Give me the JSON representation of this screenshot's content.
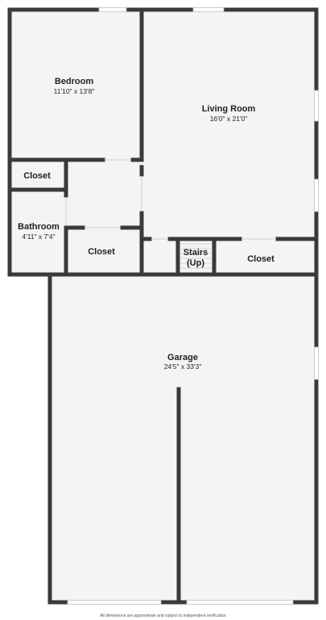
{
  "colors": {
    "wall": "#3a3a3a",
    "floor": "#f4f4f4",
    "background": "#ffffff",
    "window": "#bfbfbf",
    "text": "#222222"
  },
  "rooms": {
    "bedroom": {
      "name": "Bedroom",
      "dims": "11'10\" x 13'8\""
    },
    "living_room": {
      "name": "Living Room",
      "dims": "16'0\" x 21'0\""
    },
    "bedroom_closet": {
      "name": "Closet"
    },
    "bathroom": {
      "name": "Bathroom",
      "dims": "4'11\" x 7'4\""
    },
    "hall_closet": {
      "name": "Closet"
    },
    "stairs": {
      "line1": "Stairs",
      "line2": "(Up)"
    },
    "living_closet": {
      "name": "Closet"
    },
    "garage": {
      "name": "Garage",
      "dims": "24'5\" x 33'3\""
    }
  },
  "disclaimer": "All dimensions are approximate and subject to independent verification."
}
